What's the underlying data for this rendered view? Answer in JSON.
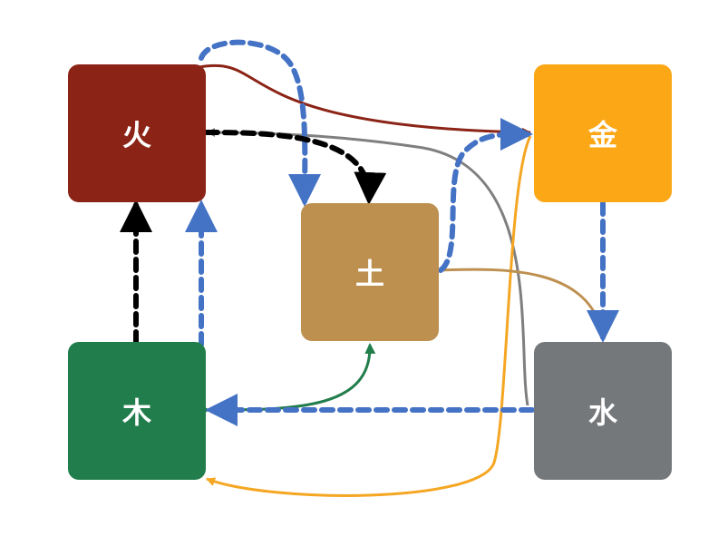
{
  "nodes": {
    "fire": {
      "label": "火",
      "color": "#8B2416"
    },
    "metal": {
      "label": "金",
      "color": "#FBA716"
    },
    "earth": {
      "label": "土",
      "color": "#BD9050"
    },
    "wood": {
      "label": "木",
      "color": "#217D4B"
    },
    "water": {
      "label": "水",
      "color": "#75787B"
    }
  },
  "edge_colors": {
    "blue_dashed": "#4472C4",
    "black_dashed": "#000000",
    "fire_to_metal": "#8B2416",
    "water_to_fire": "#7F7F7F",
    "metal_to_wood": "#F5A623",
    "earth_to_water": "#BD9050",
    "wood_earth": "#217D4B"
  }
}
